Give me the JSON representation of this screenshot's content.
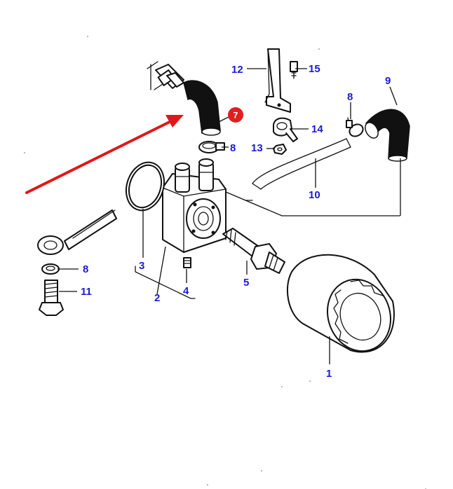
{
  "labels": {
    "l1": "1",
    "l2": "2",
    "l3": "3",
    "l4": "4",
    "l5": "5",
    "l7": "7",
    "l8a": "8",
    "l8b": "8",
    "l8c": "8",
    "l9": "9",
    "l10": "10",
    "l11": "11",
    "l12": "12",
    "l13": "13",
    "l14": "14",
    "l15": "15"
  },
  "colors": {
    "label": "#1b1bd6",
    "highlight_badge": "#e02020",
    "arrow": "#e01818",
    "line": "#111111"
  },
  "highlighted_part": "7"
}
